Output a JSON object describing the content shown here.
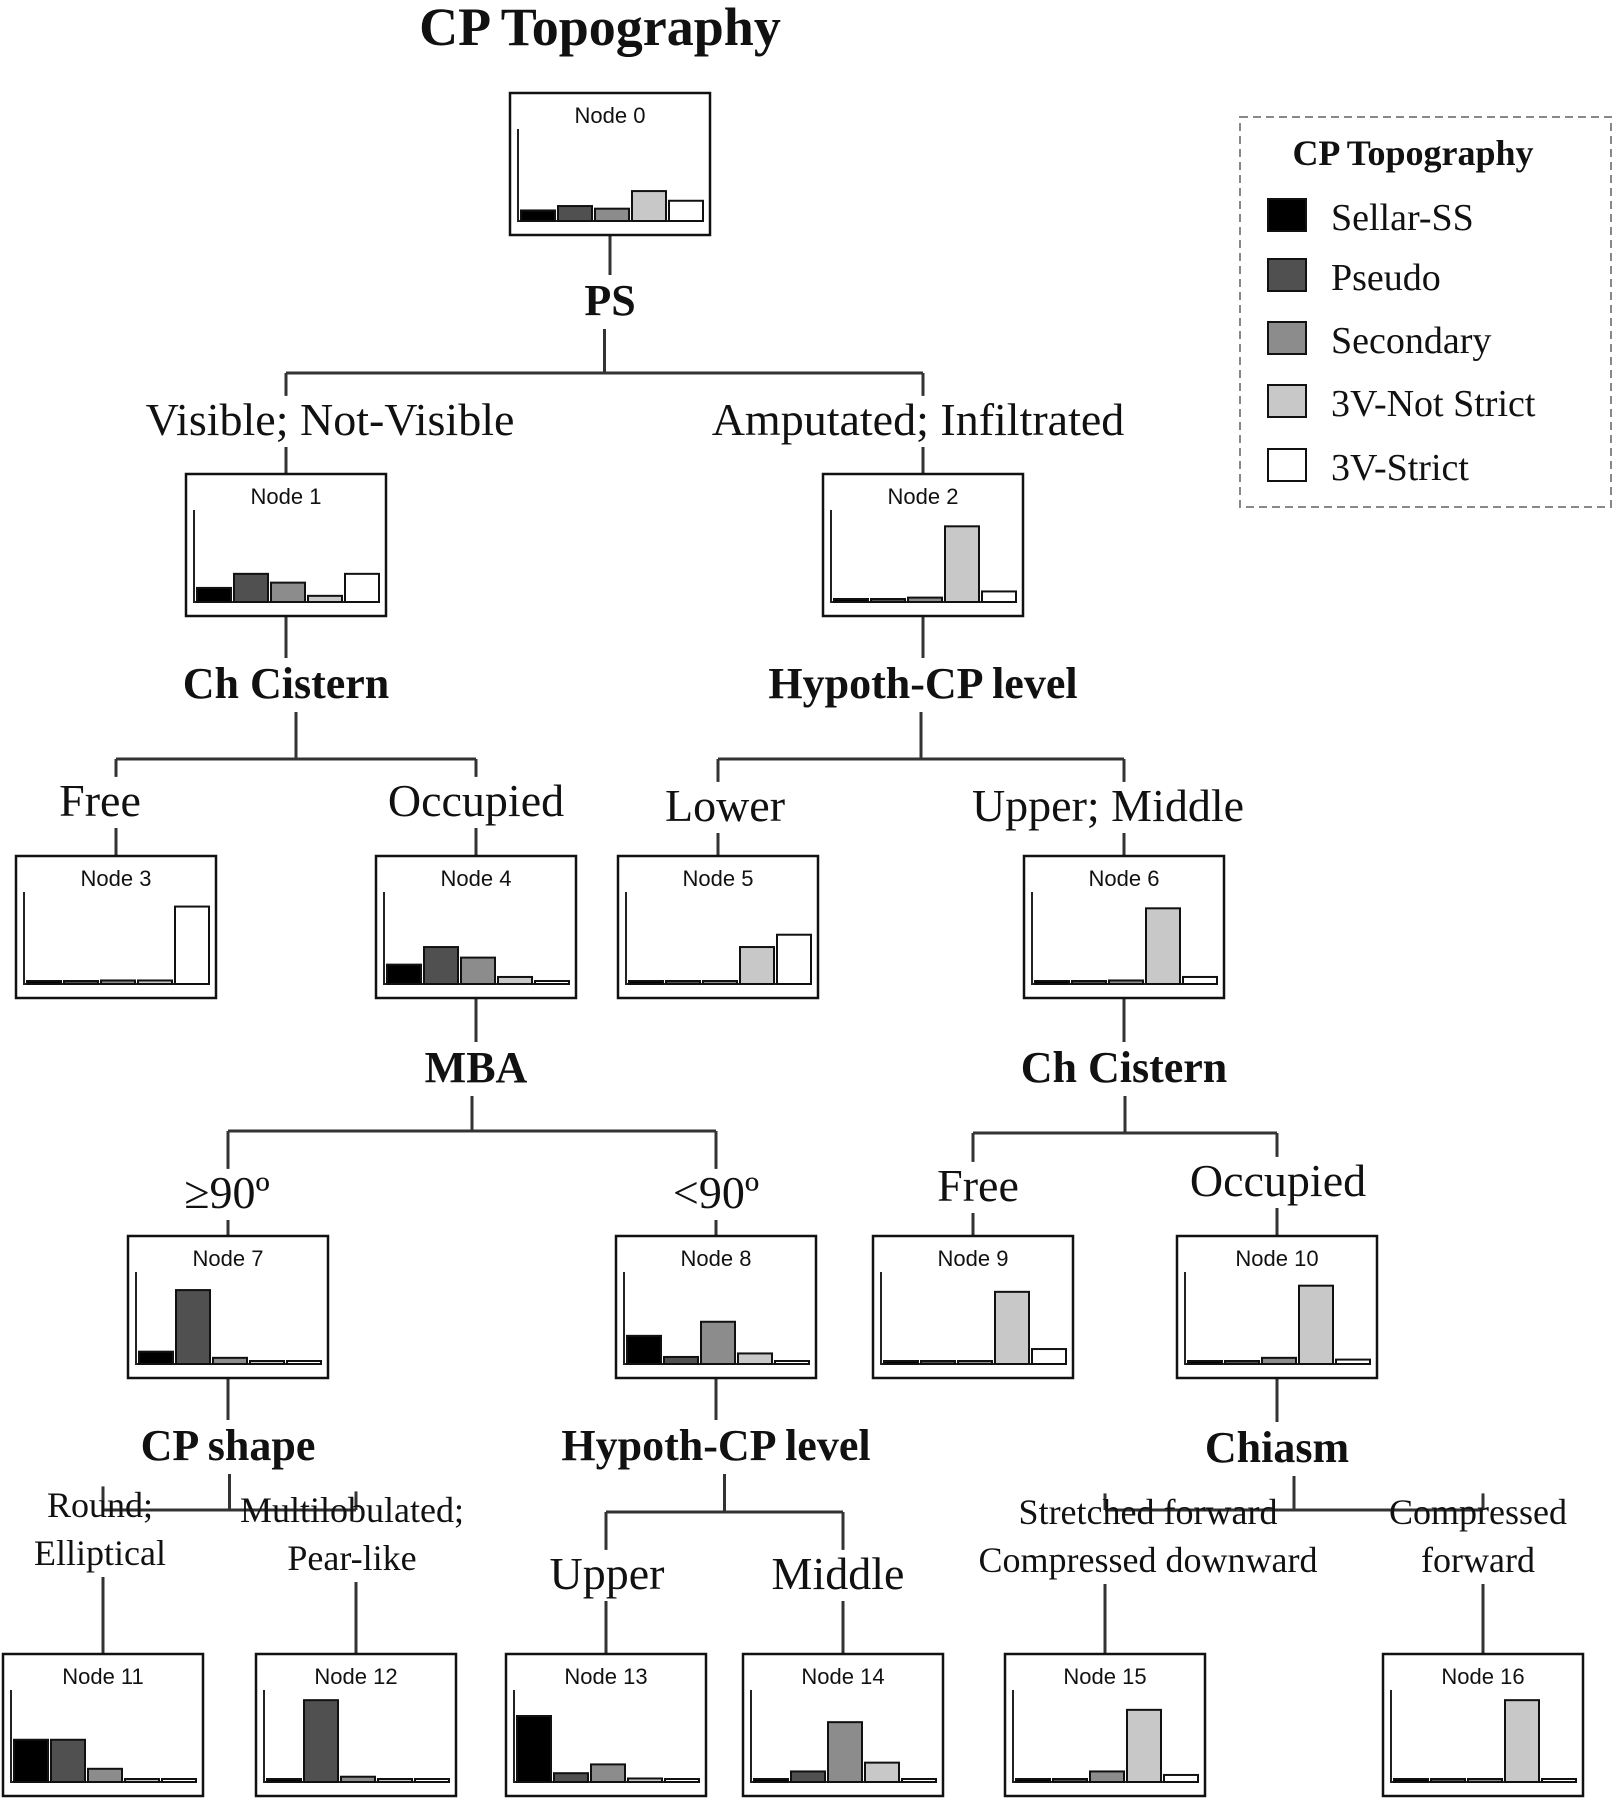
{
  "title": "CP Topography",
  "legend": {
    "title": "CP Topography",
    "items": [
      {
        "label": "Sellar-SS",
        "color": "#000000"
      },
      {
        "label": "Pseudo",
        "color": "#505050"
      },
      {
        "label": "Secondary",
        "color": "#8c8c8c"
      },
      {
        "label": "3V-Not Strict",
        "color": "#c8c8c8"
      },
      {
        "label": "3V-Strict",
        "color": "#ffffff"
      }
    ]
  },
  "nodes": [
    {
      "id": 0,
      "label": "Node 0",
      "values": [
        0.12,
        0.17,
        0.14,
        0.34,
        0.23
      ]
    },
    {
      "id": 1,
      "label": "Node 1",
      "values": [
        0.16,
        0.32,
        0.22,
        0.07,
        0.32
      ]
    },
    {
      "id": 2,
      "label": "Node 2",
      "values": [
        0.02,
        0.02,
        0.05,
        0.86,
        0.12
      ]
    },
    {
      "id": 3,
      "label": "Node 3",
      "values": [
        0.02,
        0.02,
        0.04,
        0.04,
        0.88
      ]
    },
    {
      "id": 4,
      "label": "Node 4",
      "values": [
        0.22,
        0.42,
        0.3,
        0.08,
        0.03
      ]
    },
    {
      "id": 5,
      "label": "Node 5",
      "values": [
        0.02,
        0.02,
        0.02,
        0.42,
        0.56
      ]
    },
    {
      "id": 6,
      "label": "Node 6",
      "values": [
        0.02,
        0.02,
        0.04,
        0.86,
        0.08
      ]
    },
    {
      "id": 7,
      "label": "Node 7",
      "values": [
        0.14,
        0.84,
        0.07,
        0.02,
        0.02
      ]
    },
    {
      "id": 8,
      "label": "Node 8",
      "values": [
        0.32,
        0.08,
        0.48,
        0.12,
        0.02
      ]
    },
    {
      "id": 9,
      "label": "Node 9",
      "values": [
        0.02,
        0.02,
        0.02,
        0.82,
        0.17
      ]
    },
    {
      "id": 10,
      "label": "Node 10",
      "values": [
        0.02,
        0.02,
        0.07,
        0.89,
        0.05
      ]
    },
    {
      "id": 11,
      "label": "Node 11",
      "values": [
        0.48,
        0.48,
        0.15,
        0.02,
        0.02
      ]
    },
    {
      "id": 12,
      "label": "Node 12",
      "values": [
        0.02,
        0.93,
        0.06,
        0.02,
        0.02
      ]
    },
    {
      "id": 13,
      "label": "Node 13",
      "values": [
        0.75,
        0.1,
        0.2,
        0.04,
        0.02
      ]
    },
    {
      "id": 14,
      "label": "Node 14",
      "values": [
        0.02,
        0.12,
        0.68,
        0.22,
        0.02
      ]
    },
    {
      "id": 15,
      "label": "Node 15",
      "values": [
        0.02,
        0.02,
        0.12,
        0.82,
        0.08
      ]
    },
    {
      "id": 16,
      "label": "Node 16",
      "values": [
        0.02,
        0.02,
        0.02,
        0.93,
        0.02
      ]
    }
  ],
  "splits": [
    {
      "parent": 0,
      "variable": "PS",
      "branches": [
        {
          "child": 1,
          "condition": [
            "Visible; Not-Visible"
          ]
        },
        {
          "child": 2,
          "condition": [
            "Amputated; Infiltrated"
          ]
        }
      ]
    },
    {
      "parent": 1,
      "variable": "Ch Cistern",
      "branches": [
        {
          "child": 3,
          "condition": [
            "Free"
          ]
        },
        {
          "child": 4,
          "condition": [
            "Occupied"
          ]
        }
      ]
    },
    {
      "parent": 2,
      "variable": "Hypoth-CP level",
      "branches": [
        {
          "child": 5,
          "condition": [
            "Lower"
          ]
        },
        {
          "child": 6,
          "condition": [
            "Upper; Middle"
          ]
        }
      ]
    },
    {
      "parent": 4,
      "variable": "MBA",
      "branches": [
        {
          "child": 7,
          "condition": [
            "≥90º"
          ]
        },
        {
          "child": 8,
          "condition": [
            "<90º"
          ]
        }
      ]
    },
    {
      "parent": 6,
      "variable": "Ch Cistern",
      "branches": [
        {
          "child": 9,
          "condition": [
            "Free"
          ]
        },
        {
          "child": 10,
          "condition": [
            "Occupied"
          ]
        }
      ]
    },
    {
      "parent": 7,
      "variable": "CP shape",
      "branches": [
        {
          "child": 11,
          "condition": [
            "Round;",
            "Elliptical"
          ]
        },
        {
          "child": 12,
          "condition": [
            "Multilobulated;",
            "Pear-like"
          ]
        }
      ]
    },
    {
      "parent": 8,
      "variable": "Hypoth-CP level",
      "branches": [
        {
          "child": 13,
          "condition": [
            "Upper"
          ]
        },
        {
          "child": 14,
          "condition": [
            "Middle"
          ]
        }
      ]
    },
    {
      "parent": 10,
      "variable": "Chiasm",
      "branches": [
        {
          "child": 15,
          "condition": [
            "Stretched forward",
            "Compressed downward"
          ]
        },
        {
          "child": 16,
          "condition": [
            "Compressed",
            "forward"
          ]
        }
      ]
    }
  ]
}
